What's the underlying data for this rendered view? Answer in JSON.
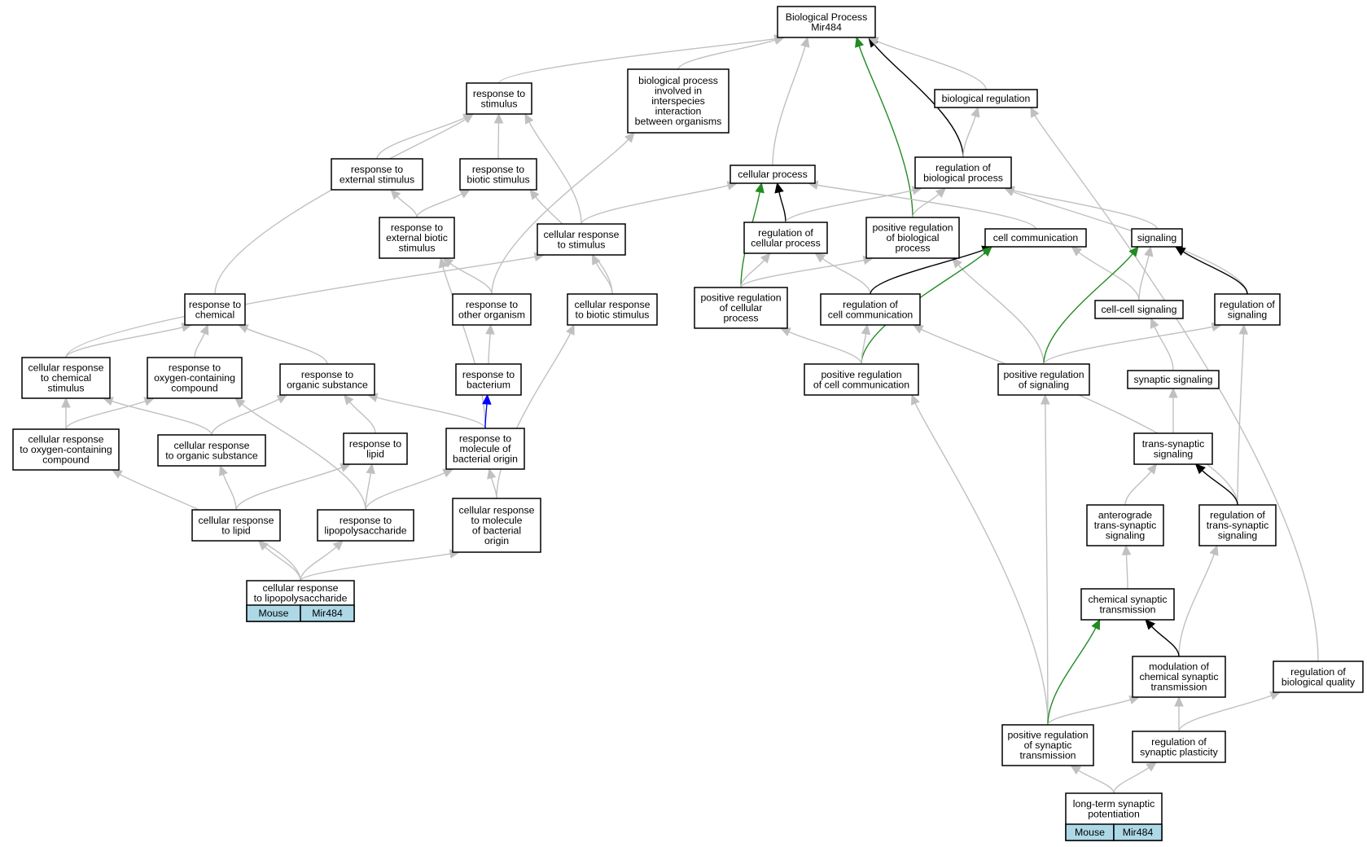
{
  "colors": {
    "gray": "#c0c0c0",
    "black": "#000000",
    "green": "#228b22",
    "blue": "#0000ff",
    "tag_fill": "#add8e6"
  },
  "tags": [
    "Mouse",
    "Mir484"
  ],
  "nodes": {
    "root": [
      "Biological Process",
      "Mir484"
    ],
    "resp_stim": [
      "response to",
      "stimulus"
    ],
    "bp_inter": [
      "biological process",
      "involved in",
      "interspecies",
      "interaction",
      "between organisms"
    ],
    "bio_reg": [
      "biological regulation"
    ],
    "resp_ext": [
      "response to",
      "external stimulus"
    ],
    "resp_bio": [
      "response to",
      "biotic stimulus"
    ],
    "cell_proc": [
      "cellular process"
    ],
    "reg_bp": [
      "regulation of",
      "biological process"
    ],
    "resp_ext_bio": [
      "response to",
      "external biotic",
      "stimulus"
    ],
    "cell_resp_stim": [
      "cellular response",
      "to stimulus"
    ],
    "reg_cell_proc": [
      "regulation of",
      "cellular process"
    ],
    "pos_reg_bp": [
      "positive regulation",
      "of biological",
      "process"
    ],
    "cell_comm": [
      "cell communication"
    ],
    "signaling": [
      "signaling"
    ],
    "resp_chem": [
      "response to",
      "chemical"
    ],
    "resp_other": [
      "response to",
      "other organism"
    ],
    "cell_resp_biotic": [
      "cellular response",
      "to biotic stimulus"
    ],
    "pos_reg_cell_proc": [
      "positive regulation",
      "of cellular",
      "process"
    ],
    "reg_cell_comm": [
      "regulation of",
      "cell communication"
    ],
    "cc_signaling": [
      "cell-cell signaling"
    ],
    "reg_signaling": [
      "regulation of",
      "signaling"
    ],
    "cell_resp_chem": [
      "cellular response",
      "to chemical",
      "stimulus"
    ],
    "resp_oxy": [
      "response to",
      "oxygen-containing",
      "compound"
    ],
    "resp_org": [
      "response to",
      "organic substance"
    ],
    "resp_bact": [
      "response to",
      "bacterium"
    ],
    "pos_reg_cc": [
      "positive regulation",
      "of cell communication"
    ],
    "pos_reg_sig": [
      "positive regulation",
      "of signaling"
    ],
    "syn_sig": [
      "synaptic signaling"
    ],
    "cell_resp_oxy": [
      "cellular response",
      "to oxygen-containing",
      "compound"
    ],
    "cell_resp_org": [
      "cellular response",
      "to organic substance"
    ],
    "resp_lipid": [
      "response to",
      "lipid"
    ],
    "resp_mbo": [
      "response to",
      "molecule of",
      "bacterial origin"
    ],
    "trans_syn": [
      "trans-synaptic",
      "signaling"
    ],
    "cell_resp_lipid": [
      "cellular response",
      "to lipid"
    ],
    "resp_lps": [
      "response to",
      "lipopolysaccharide"
    ],
    "cell_resp_mbo": [
      "cellular response",
      "to molecule",
      "of bacterial",
      "origin"
    ],
    "antero": [
      "anterograde",
      "trans-synaptic",
      "signaling"
    ],
    "reg_trans_syn": [
      "regulation of",
      "trans-synaptic",
      "signaling"
    ],
    "cell_resp_lps": [
      "cellular response",
      "to lipopolysaccharide"
    ],
    "chem_syn": [
      "chemical synaptic",
      "transmission"
    ],
    "mod_chem_syn": [
      "modulation of",
      "chemical synaptic",
      "transmission"
    ],
    "reg_bio_qual": [
      "regulation of",
      "biological quality"
    ],
    "pos_reg_syn": [
      "positive regulation",
      "of synaptic",
      "transmission"
    ],
    "reg_syn_plast": [
      "regulation of",
      "synaptic plasticity"
    ],
    "ltp": [
      "long-term synaptic",
      "potentiation"
    ]
  },
  "edges": [
    [
      "resp_stim",
      "root",
      "gray"
    ],
    [
      "bp_inter",
      "root",
      "gray"
    ],
    [
      "cell_proc",
      "root",
      "gray"
    ],
    [
      "pos_reg_bp",
      "root",
      "green"
    ],
    [
      "reg_bp",
      "root",
      "black"
    ],
    [
      "bio_reg",
      "root",
      "gray"
    ],
    [
      "resp_ext",
      "resp_stim",
      "gray"
    ],
    [
      "resp_bio",
      "resp_stim",
      "gray"
    ],
    [
      "cell_resp_stim",
      "resp_stim",
      "gray"
    ],
    [
      "resp_chem",
      "resp_stim",
      "gray"
    ],
    [
      "resp_ext_bio",
      "resp_ext",
      "gray"
    ],
    [
      "resp_ext_bio",
      "resp_bio",
      "gray"
    ],
    [
      "cell_resp_biotic",
      "resp_bio",
      "gray"
    ],
    [
      "resp_other",
      "bp_inter",
      "gray"
    ],
    [
      "reg_bp",
      "bio_reg",
      "gray"
    ],
    [
      "reg_bio_qual",
      "bio_reg",
      "gray"
    ],
    [
      "cell_resp_stim",
      "cell_proc",
      "gray"
    ],
    [
      "reg_cell_proc",
      "cell_proc",
      "black"
    ],
    [
      "pos_reg_cell_proc",
      "cell_proc",
      "green"
    ],
    [
      "cell_comm",
      "cell_proc",
      "gray"
    ],
    [
      "reg_cell_proc",
      "reg_bp",
      "gray"
    ],
    [
      "pos_reg_bp",
      "reg_bp",
      "gray"
    ],
    [
      "signaling",
      "reg_bp",
      "gray"
    ],
    [
      "reg_signaling",
      "reg_bp",
      "gray"
    ],
    [
      "resp_other",
      "resp_ext_bio",
      "gray"
    ],
    [
      "resp_mbo",
      "resp_ext_bio",
      "gray"
    ],
    [
      "cell_resp_biotic",
      "cell_resp_stim",
      "gray"
    ],
    [
      "cell_resp_chem",
      "cell_resp_stim",
      "gray"
    ],
    [
      "pos_reg_cell_proc",
      "reg_cell_proc",
      "gray"
    ],
    [
      "reg_cell_comm",
      "reg_cell_proc",
      "gray"
    ],
    [
      "pos_reg_cell_proc",
      "pos_reg_bp",
      "gray"
    ],
    [
      "pos_reg_sig",
      "pos_reg_bp",
      "gray"
    ],
    [
      "reg_cell_comm",
      "cell_comm",
      "black"
    ],
    [
      "pos_reg_cc",
      "cell_comm",
      "green"
    ],
    [
      "cc_signaling",
      "cell_comm",
      "gray"
    ],
    [
      "cc_signaling",
      "signaling",
      "gray"
    ],
    [
      "pos_reg_sig",
      "signaling",
      "green"
    ],
    [
      "reg_signaling",
      "signaling",
      "black"
    ],
    [
      "cell_resp_chem",
      "resp_chem",
      "gray"
    ],
    [
      "resp_oxy",
      "resp_chem",
      "gray"
    ],
    [
      "resp_org",
      "resp_chem",
      "gray"
    ],
    [
      "resp_bact",
      "resp_other",
      "gray"
    ],
    [
      "cell_resp_mbo",
      "cell_resp_biotic",
      "gray"
    ],
    [
      "pos_reg_cc",
      "pos_reg_cell_proc",
      "gray"
    ],
    [
      "pos_reg_cc",
      "reg_cell_comm",
      "gray"
    ],
    [
      "reg_trans_syn",
      "reg_cell_comm",
      "gray"
    ],
    [
      "syn_sig",
      "cc_signaling",
      "gray"
    ],
    [
      "pos_reg_sig",
      "reg_signaling",
      "gray"
    ],
    [
      "reg_trans_syn",
      "reg_signaling",
      "gray"
    ],
    [
      "cell_resp_oxy",
      "cell_resp_chem",
      "gray"
    ],
    [
      "cell_resp_org",
      "cell_resp_chem",
      "gray"
    ],
    [
      "cell_resp_oxy",
      "resp_oxy",
      "gray"
    ],
    [
      "resp_lps",
      "resp_oxy",
      "gray"
    ],
    [
      "cell_resp_org",
      "resp_org",
      "gray"
    ],
    [
      "resp_lipid",
      "resp_org",
      "gray"
    ],
    [
      "resp_mbo",
      "resp_org",
      "gray"
    ],
    [
      "resp_mbo",
      "resp_bact",
      "blue"
    ],
    [
      "pos_reg_syn",
      "pos_reg_cc",
      "gray"
    ],
    [
      "pos_reg_syn",
      "pos_reg_sig",
      "gray"
    ],
    [
      "trans_syn",
      "syn_sig",
      "gray"
    ],
    [
      "cell_resp_lps",
      "cell_resp_oxy",
      "gray"
    ],
    [
      "cell_resp_lipid",
      "cell_resp_org",
      "gray"
    ],
    [
      "cell_resp_lipid",
      "resp_lipid",
      "gray"
    ],
    [
      "resp_lps",
      "resp_lipid",
      "gray"
    ],
    [
      "resp_lps",
      "resp_mbo",
      "gray"
    ],
    [
      "cell_resp_mbo",
      "resp_mbo",
      "gray"
    ],
    [
      "antero",
      "trans_syn",
      "gray"
    ],
    [
      "reg_trans_syn",
      "trans_syn",
      "black"
    ],
    [
      "cell_resp_lps",
      "cell_resp_lipid",
      "gray"
    ],
    [
      "cell_resp_lps",
      "resp_lps",
      "gray"
    ],
    [
      "cell_resp_lps",
      "cell_resp_mbo",
      "gray"
    ],
    [
      "chem_syn",
      "antero",
      "gray"
    ],
    [
      "mod_chem_syn",
      "reg_trans_syn",
      "gray"
    ],
    [
      "pos_reg_syn",
      "chem_syn",
      "green"
    ],
    [
      "mod_chem_syn",
      "chem_syn",
      "black"
    ],
    [
      "pos_reg_syn",
      "mod_chem_syn",
      "gray"
    ],
    [
      "reg_syn_plast",
      "mod_chem_syn",
      "gray"
    ],
    [
      "reg_syn_plast",
      "reg_bio_qual",
      "gray"
    ],
    [
      "ltp",
      "pos_reg_syn",
      "gray"
    ],
    [
      "ltp",
      "reg_syn_plast",
      "gray"
    ]
  ]
}
